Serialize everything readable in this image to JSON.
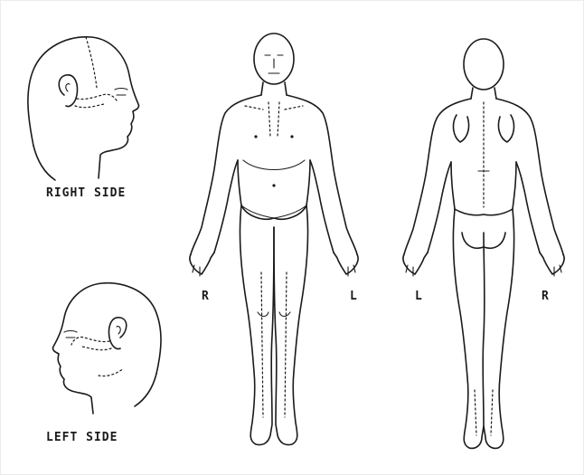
{
  "labels": {
    "right_side": "RIGHT SIDE",
    "left_side": "LEFT SIDE",
    "front_right": "R",
    "front_left": "L",
    "back_left": "L",
    "back_right": "R"
  },
  "colors": {
    "ink": "#1a1a1a",
    "background": "#ffffff"
  }
}
